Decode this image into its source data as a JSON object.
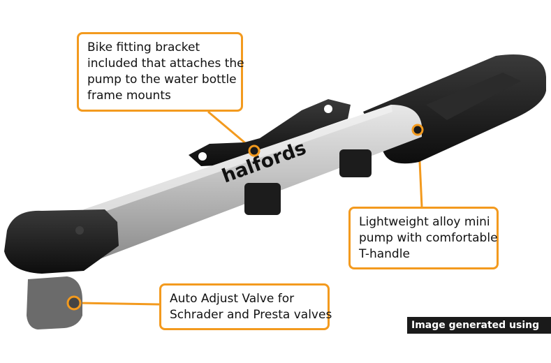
{
  "colors": {
    "accent": "#f39a1e",
    "pump_body": "#b8b8b8",
    "pump_black": "#1a1a1a",
    "valve_grey": "#6b6b6b"
  },
  "product": {
    "brand_logo": "halfords"
  },
  "callouts": {
    "bracket": {
      "lines": [
        "Bike fitting bracket",
        "included that attaches the",
        "pump to the water bottle",
        "frame mounts"
      ]
    },
    "pump": {
      "lines": [
        "Lightweight alloy mini",
        "pump with comfortable",
        "T-handle"
      ]
    },
    "valve": {
      "lines": [
        "Auto Adjust Valve for",
        "Schrader and Presta valves"
      ]
    }
  },
  "badge": {
    "text": "Image generated using AI"
  }
}
